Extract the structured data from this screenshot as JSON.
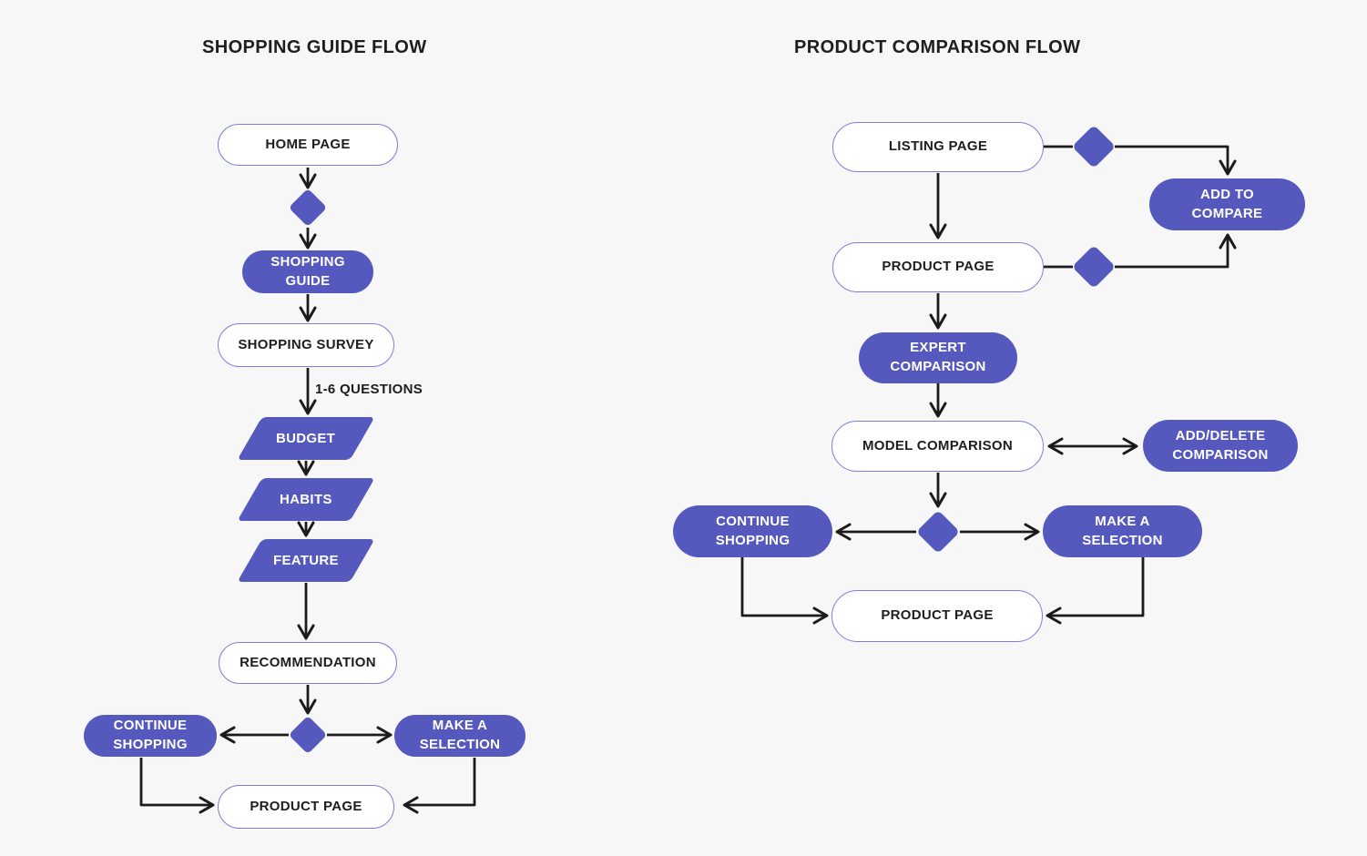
{
  "colors": {
    "background": "#f7f7f8",
    "purple": "#5559be",
    "outline": "#7b80d7",
    "line": "#1b1b1b",
    "text_dark": "#1e1e1e",
    "text_light": "#ffffff"
  },
  "left_flow": {
    "title": "SHOPPING GUIDE FLOW",
    "edge_label": "1-6 QUESTIONS",
    "nodes": {
      "home_page": "HOME PAGE",
      "shopping_guide": "SHOPPING GUIDE",
      "shopping_survey": "SHOPPING SURVEY",
      "budget": "BUDGET",
      "habits": "HABITS",
      "feature": "FEATURE",
      "recommendation": "RECOMMENDATION",
      "continue_shopping": "CONTINUE SHOPPING",
      "make_a_selection": "MAKE A SELECTION",
      "product_page": "PRODUCT PAGE"
    }
  },
  "right_flow": {
    "title": "PRODUCT COMPARISON FLOW",
    "nodes": {
      "listing_page": "LISTING PAGE",
      "add_to_compare": "ADD TO COMPARE",
      "product_page_top": "PRODUCT PAGE",
      "expert_comparison": "EXPERT COMPARISON",
      "model_comparison": "MODEL COMPARISON",
      "add_delete_comparison": "ADD/DELETE COMPARISON",
      "continue_shopping": "CONTINUE SHOPPING",
      "make_a_selection": "MAKE A SELECTION",
      "product_page_bottom": "PRODUCT PAGE"
    }
  }
}
